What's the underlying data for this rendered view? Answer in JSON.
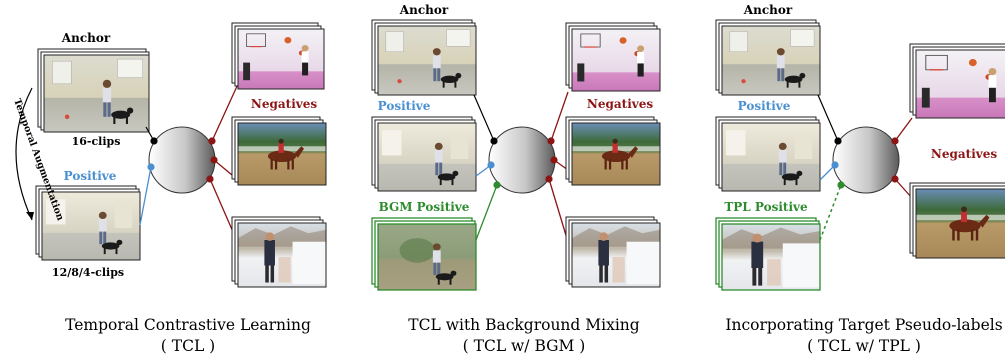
{
  "colors": {
    "positive": "#4a8fd0",
    "negative": "#8b1414",
    "bgm": "#2e8b2e",
    "line": "#000000"
  },
  "panel1": {
    "anchor": "Anchor",
    "anchor_sub": "16-clips",
    "positive": "Positive",
    "positive_sub": "12/8/4-clips",
    "augmentation": "Temporal Augmentation",
    "negatives": "Negatives",
    "caption": "Temporal Contrastive Learning",
    "caption_sub": "( TCL )"
  },
  "panel2": {
    "anchor": "Anchor",
    "positive": "Positive",
    "bgm_positive": "BGM Positive",
    "negatives": "Negatives",
    "caption": "TCL with Background Mixing",
    "caption_sub": "( TCL w/ BGM )"
  },
  "panel3": {
    "anchor": "Anchor",
    "positive": "Positive",
    "tpl_positive": "TPL Positive",
    "negatives": "Negatives",
    "caption": "Incorporating Target Pseudo-labels",
    "caption_sub": "( TCL w/ TPL )"
  }
}
